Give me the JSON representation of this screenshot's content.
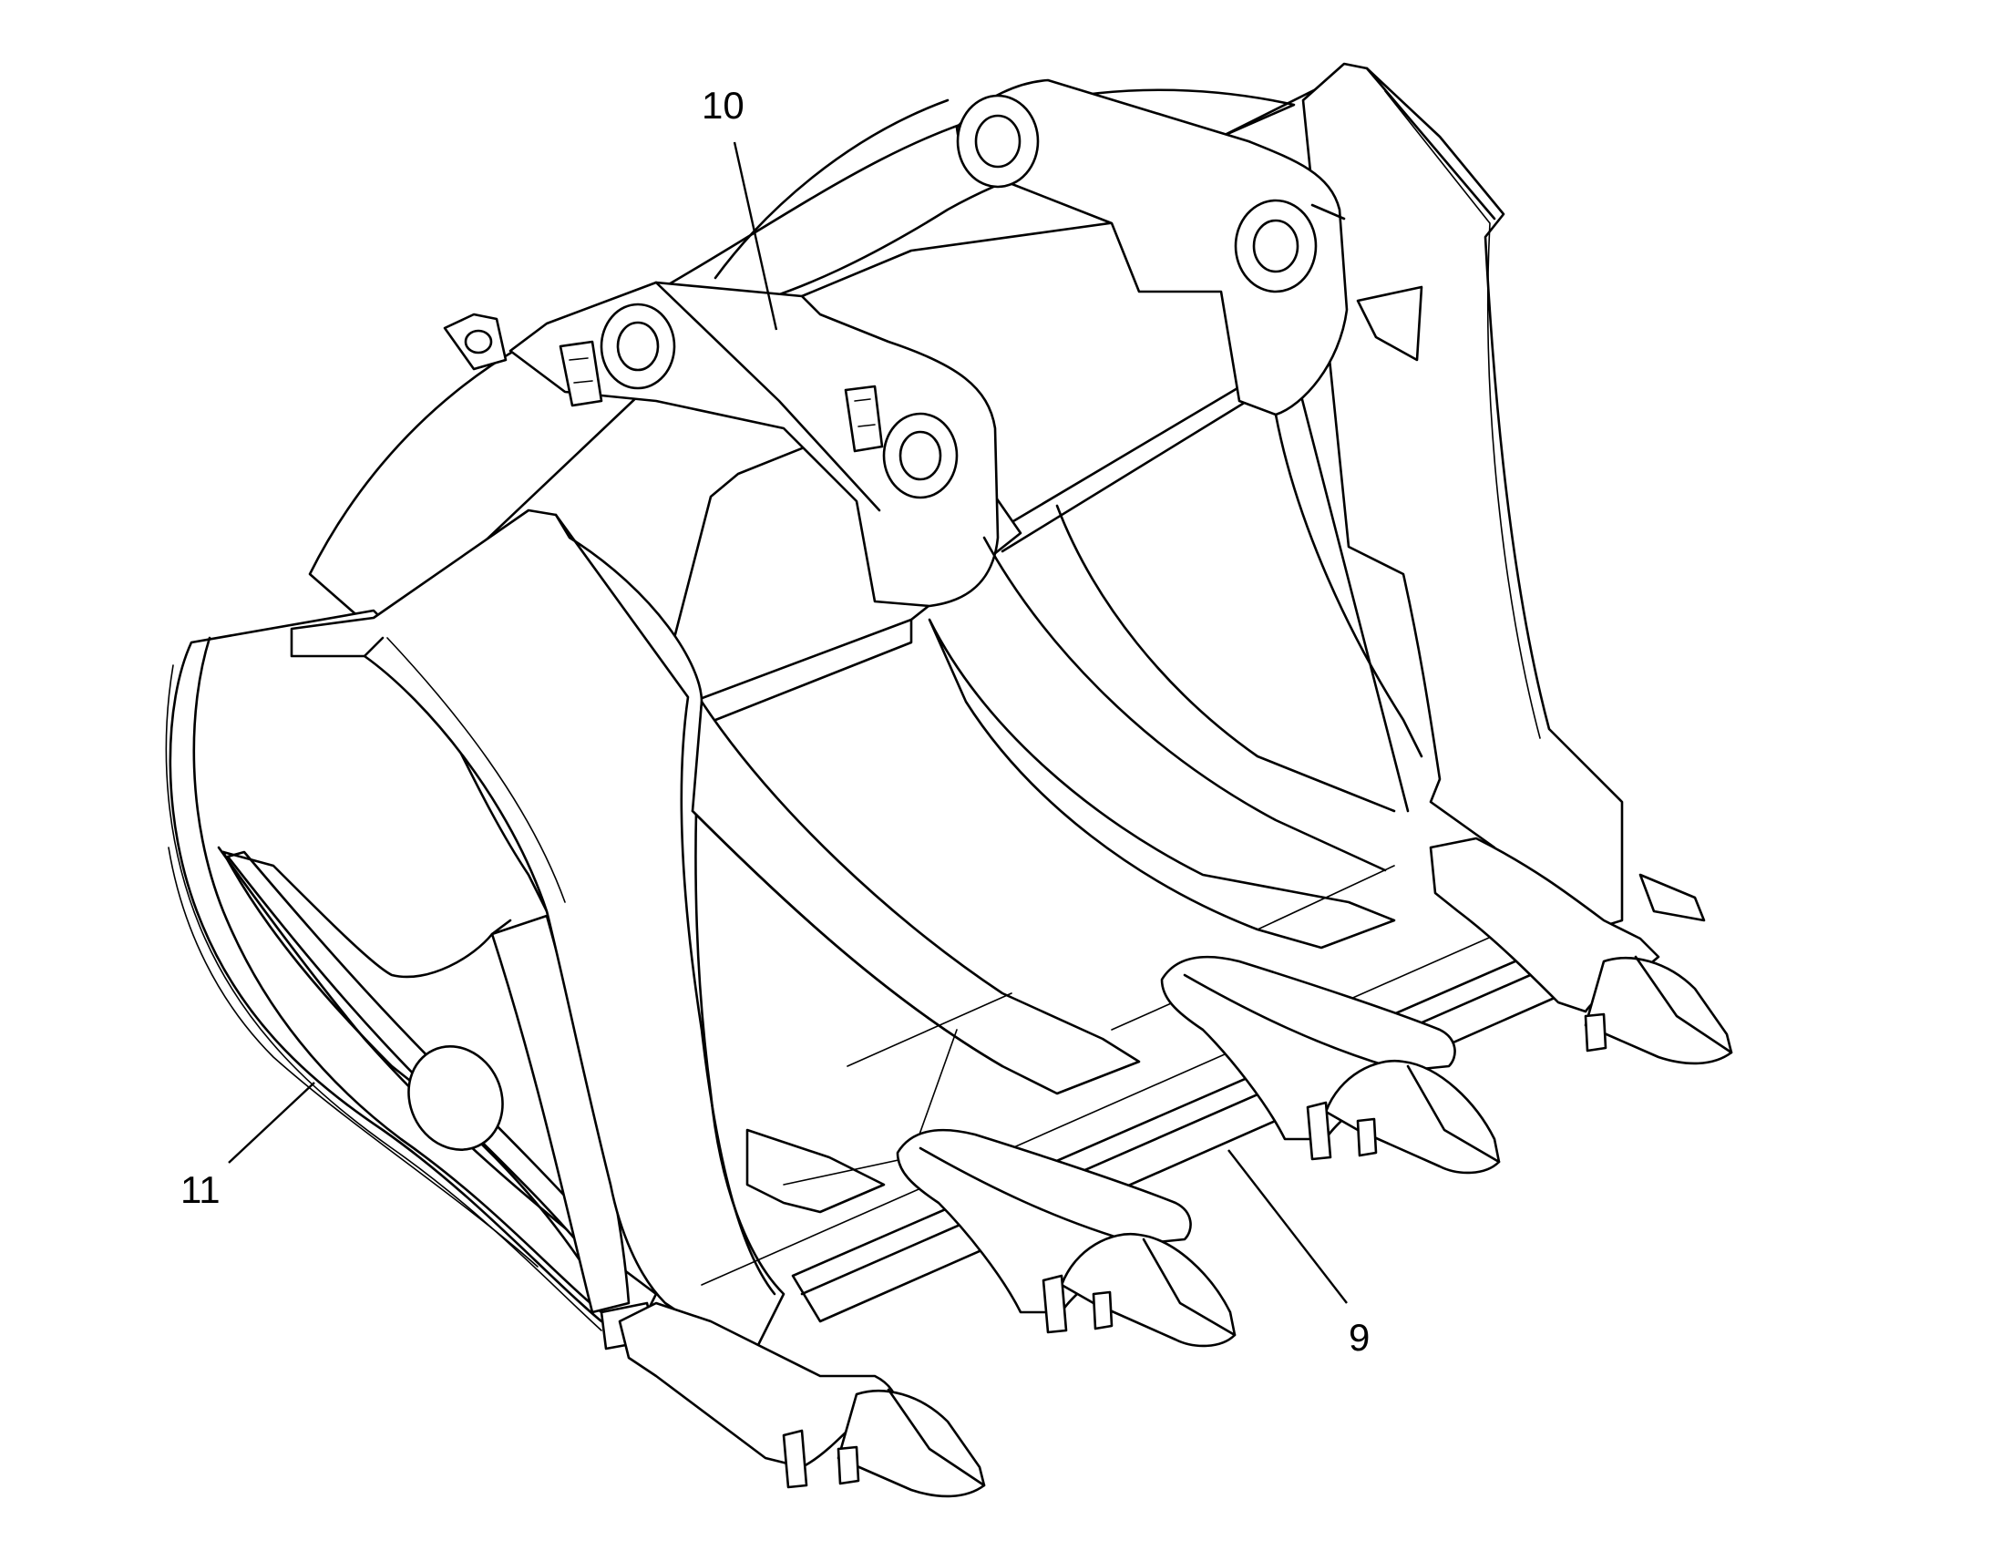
{
  "figure": {
    "labels": [
      {
        "id": "callout-10",
        "text": "10"
      },
      {
        "id": "callout-11",
        "text": "11"
      },
      {
        "id": "callout-9",
        "text": "9"
      }
    ]
  }
}
